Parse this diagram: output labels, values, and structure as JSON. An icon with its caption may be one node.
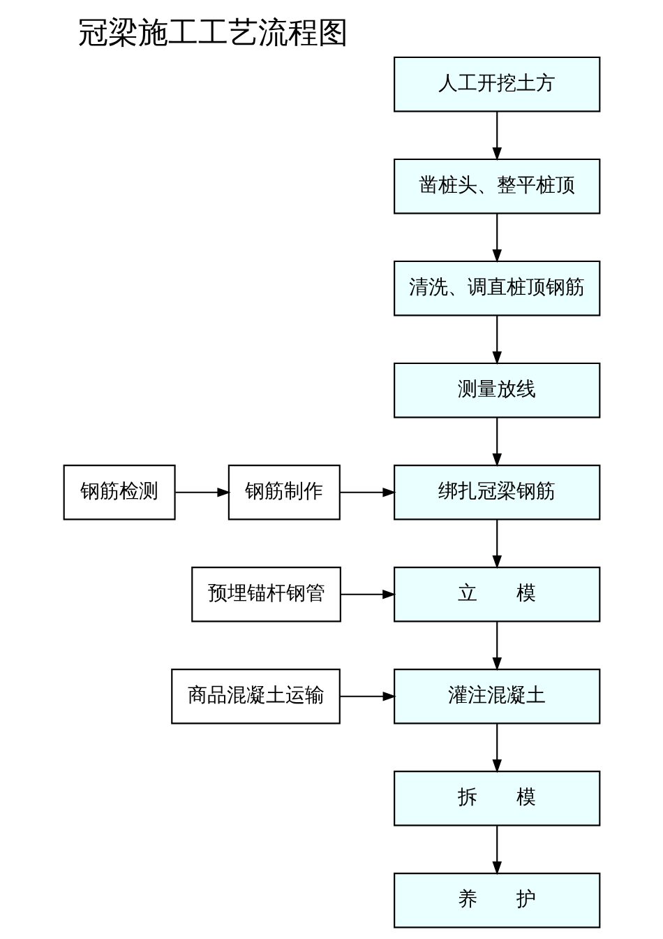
{
  "diagram": {
    "title": "冠梁施工工艺流程图",
    "nodes": [
      {
        "text": [
          "人工开挖土方"
        ]
      },
      {
        "text": [
          "凿桩头、整平桩顶"
        ]
      },
      {
        "text": [
          "清洗、调直桩顶钢筋"
        ]
      },
      {
        "text": [
          "测量放线"
        ]
      },
      {
        "text": [
          "钢筋检测"
        ]
      },
      {
        "text": [
          "钢筋制作"
        ]
      },
      {
        "text": [
          "绑扎冠梁钢筋"
        ]
      },
      {
        "text": [
          "立　　模"
        ]
      },
      {
        "text": [
          "预埋锚杆钢管"
        ]
      },
      {
        "text": [
          "商品混凝土运输"
        ]
      },
      {
        "text": [
          "灌注混凝土"
        ]
      },
      {
        "text": [
          "拆　　模"
        ]
      },
      {
        "text": [
          "养　　护"
        ]
      }
    ],
    "edges": [
      {
        "from": 0,
        "to": 1,
        "arrow": "to"
      },
      {
        "from": 1,
        "to": 2,
        "arrow": "to"
      },
      {
        "from": 2,
        "to": 3,
        "arrow": "to"
      },
      {
        "from": 3,
        "to": 6,
        "arrow": "to"
      },
      {
        "from": 4,
        "to": 5,
        "arrow": "to"
      },
      {
        "from": 5,
        "to": 6,
        "arrow": "to"
      },
      {
        "from": 6,
        "to": 7,
        "arrow": "to"
      },
      {
        "from": 8,
        "to": 7,
        "arrow": "to"
      },
      {
        "from": 7,
        "to": 10,
        "arrow": "to"
      },
      {
        "from": 9,
        "to": 10,
        "arrow": "to"
      },
      {
        "from": 10,
        "to": 11,
        "arrow": "to"
      },
      {
        "from": 11,
        "to": 12,
        "arrow": "to"
      }
    ]
  }
}
